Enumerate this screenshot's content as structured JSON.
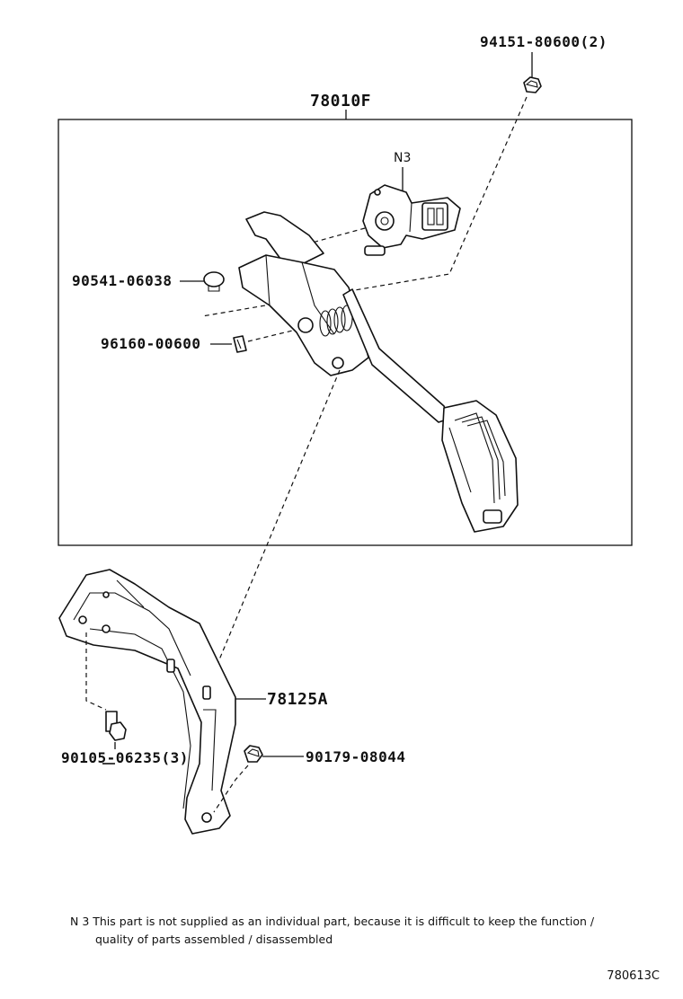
{
  "parts": {
    "assembly": "78010F",
    "nut_top": "94151-80600(2)",
    "sensor_note_ref": "N3",
    "clip": "90541-06038",
    "cushion": "96160-00600",
    "bracket": "78125A",
    "bolt": "90105-06235(3)",
    "nut_bottom": "90179-08044"
  },
  "note": {
    "line1": "N 3 This part is not supplied as an individual part, because it is difficult to keep the function /",
    "line2": "quality of parts assembled / disassembled"
  },
  "diagram_code": "780613C"
}
